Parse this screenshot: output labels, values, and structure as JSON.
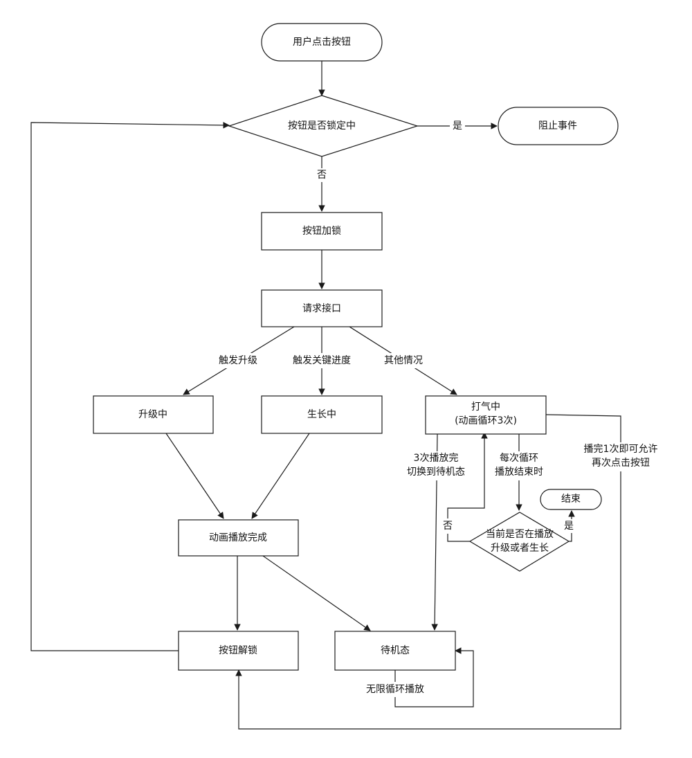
{
  "nodes": {
    "start": "用户点击按钮",
    "locked_check": "按钮是否锁定中",
    "block_event": "阻止事件",
    "lock_button": "按钮加锁",
    "request_api": "请求接口",
    "upgrading": "升级中",
    "growing": "生长中",
    "pumping_line1": "打气中",
    "pumping_line2": "(动画循环3次)",
    "anim_done": "动画播放完成",
    "unlock_button": "按钮解锁",
    "idle": "待机态",
    "end": "结束",
    "playing_check_line1": "当前是否在播放",
    "playing_check_line2": "升级或者生长"
  },
  "edges": {
    "yes": "是",
    "no": "否",
    "trigger_upgrade": "触发升级",
    "trigger_key_progress": "触发关键进度",
    "other_cases": "其他情况",
    "three_plays_line1": "3次播放完",
    "three_plays_line2": "切换到待机态",
    "each_loop_line1": "每次循环",
    "each_loop_line2": "播放结束时",
    "after_one_line1": "播完1次即可允许",
    "after_one_line2": "再次点击按钮",
    "check_no": "否",
    "check_yes": "是",
    "infinite_loop": "无限循环播放"
  }
}
